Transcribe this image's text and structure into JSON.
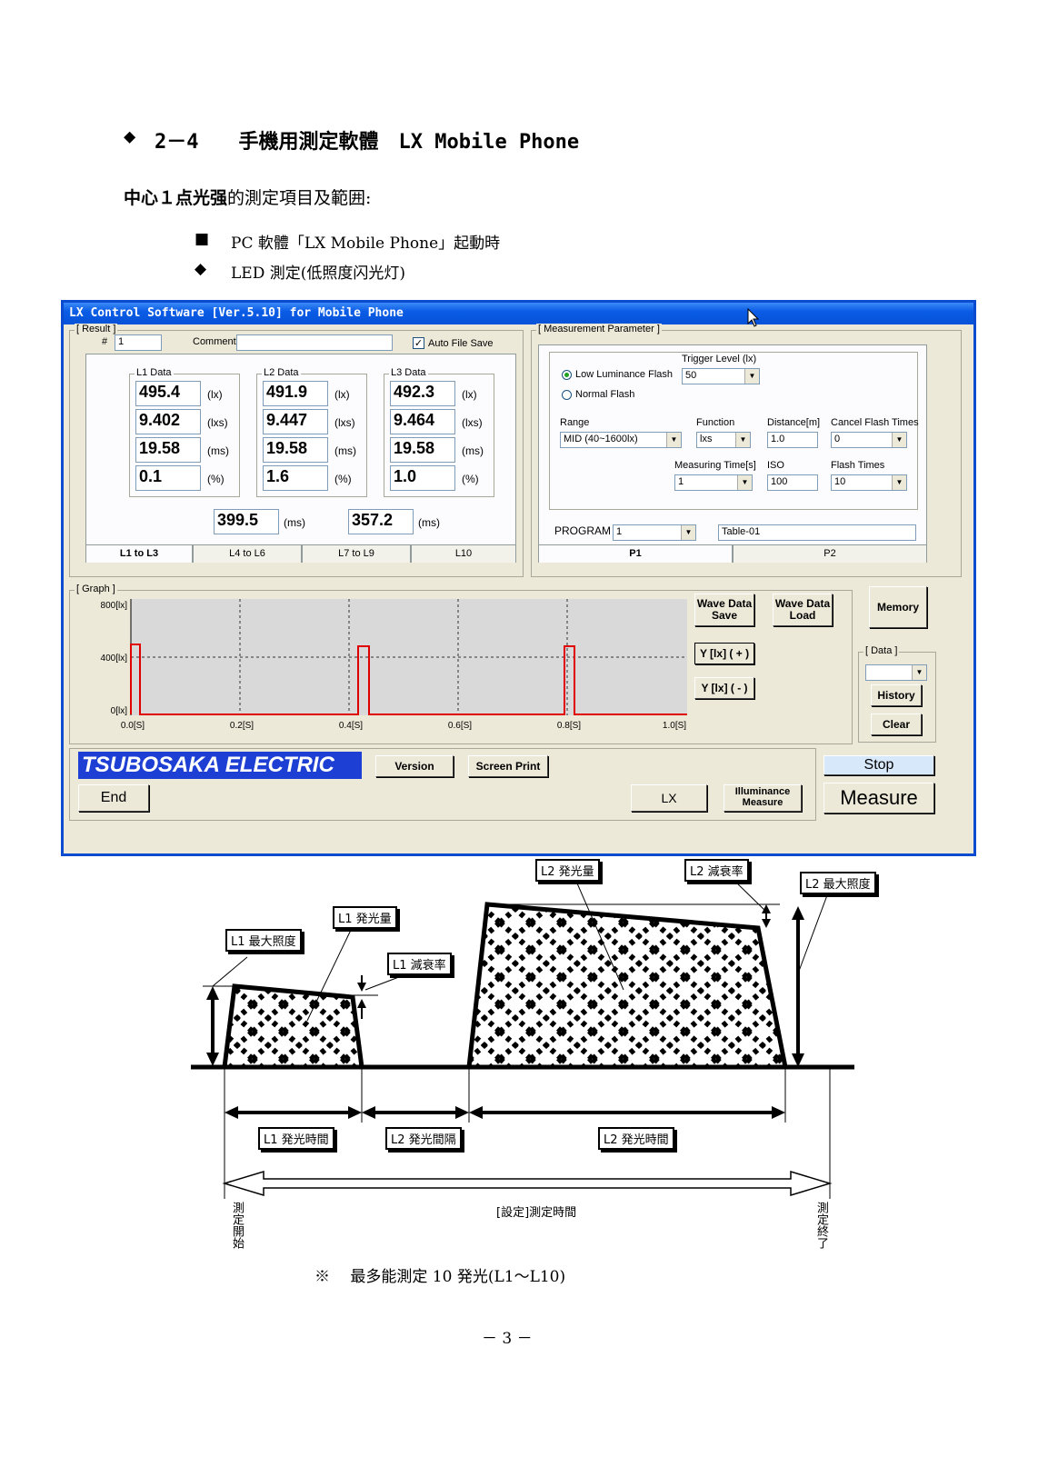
{
  "doc": {
    "heading_marker": "◆",
    "heading": "2－4　　手機用測定軟體　LX Mobile Phone",
    "subtitle_bold": "中心１点光强",
    "subtitle_rest": "的測定項目及範囲:",
    "bullet1_marker": "■",
    "bullet1": "PC 軟體「LX Mobile Phone」起動時",
    "bullet2_marker": "◆",
    "bullet2": "LED 測定(低照度闪光灯)",
    "footnote": "※　 最多能測定 10 発光(L1～L10)",
    "page_number": "－ 3 －"
  },
  "app": {
    "title": "LX Control Software [Ver.5.10]  for Mobile Phone",
    "result": {
      "group_label": "[ Result ]",
      "number_label": "#",
      "number_value": "1",
      "comment_label": "Comment",
      "comment_value": "",
      "auto_save_label": "Auto File Save",
      "auto_save_check": "✓",
      "columns": [
        {
          "title": "L1 Data",
          "values": [
            "495.4",
            "9.402",
            "19.58",
            "0.1"
          ]
        },
        {
          "title": "L2 Data",
          "values": [
            "491.9",
            "9.447",
            "19.58",
            "1.6"
          ]
        },
        {
          "title": "L3 Data",
          "values": [
            "492.3",
            "9.464",
            "19.58",
            "1.0"
          ]
        }
      ],
      "units": [
        "(lx)",
        "(lxs)",
        "(ms)",
        "(%)"
      ],
      "interval1": "399.5",
      "interval2": "357.2",
      "interval_unit": "(ms)",
      "tabs": [
        "L1 to L3",
        "L4 to L6",
        "L7 to L9",
        "L10"
      ]
    },
    "param": {
      "group_label": "[ Measurement Parameter ]",
      "radio_low": "Low Luminance Flash",
      "radio_normal": "Normal Flash",
      "trigger_label": "Trigger Level (lx)",
      "trigger_value": "50",
      "range_label": "Range",
      "range_value": "MID (40~1600lx)",
      "function_label": "Function",
      "function_value": "lxs",
      "distance_label": "Distance[m]",
      "distance_value": "1.0",
      "cancel_label": "Cancel Flash Times",
      "cancel_value": "0",
      "meastime_label": "Measuring Time[s]",
      "meastime_value": "1",
      "iso_label": "ISO",
      "iso_value": "100",
      "flashtimes_label": "Flash Times",
      "flashtimes_value": "10",
      "program_label": "PROGRAM",
      "program_value": "1",
      "table_value": "Table-01",
      "tabs": [
        "P1",
        "P2"
      ]
    },
    "graph": {
      "group_label": "[ Graph ]",
      "y_labels": [
        "800[lx]",
        "400[lx]",
        "0[lx]"
      ],
      "x_labels": [
        "0.0[S]",
        "0.2[S]",
        "0.4[S]",
        "0.6[S]",
        "0.8[S]",
        "1.0[S]"
      ]
    },
    "buttons": {
      "wave_save": "Wave Data Save",
      "wave_load": "Wave Data Load",
      "memory": "Memory",
      "y_plus": "Y [lx]  ( + )",
      "y_minus": "Y [lx]  ( - )",
      "data_label": "[ Data ]",
      "history": "History",
      "clear": "Clear",
      "version": "Version",
      "screen_print": "Screen Print",
      "stop": "Stop",
      "end": "End",
      "lx": "LX",
      "illuminance": "Illuminance Measure",
      "measure": "Measure"
    },
    "logo": "TSUBOSAKA ELECTRIC",
    "colors": {
      "title_bar": "#0a5ce6",
      "logo_bg": "#1d3fd3",
      "graph_line": "#e00000",
      "window_bg": "#ece9d8"
    }
  },
  "diagram": {
    "labels": {
      "l1_max": "L1 最大照度",
      "l1_amount": "L1 発光量",
      "l1_decay": "L1 減衰率",
      "l2_amount": "L2 発光量",
      "l2_decay": "L2 減衰率",
      "l2_max": "L2 最大照度",
      "l1_time": "L1 発光時間",
      "l2_interval": "L2 発光間隔",
      "l2_time": "L2 発光時間",
      "set_time": "[設定]測定時間",
      "start": "測定開始",
      "end": "測定終了"
    }
  }
}
